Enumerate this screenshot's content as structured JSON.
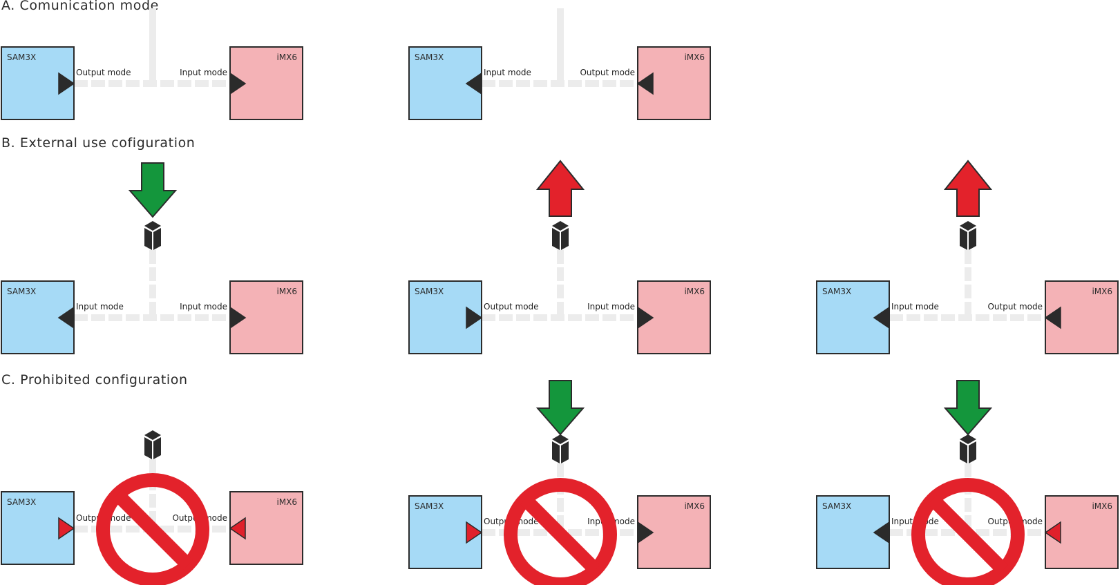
{
  "sections": {
    "a": {
      "title": "A. Comunication mode"
    },
    "b": {
      "title": "B. External use cofiguration"
    },
    "c": {
      "title": "C. Prohibited configuration"
    }
  },
  "colors": {
    "sam_fill": "#a6daf6",
    "imx_fill": "#f4b2b6",
    "box_stroke": "#2b2b2b",
    "pin_normal": "#2b2b2b",
    "pin_conflict": "#e0202b",
    "bus_line": "#ececec",
    "arrow_in": "#14963c",
    "arrow_out": "#e3222b",
    "prohibited": "#e3222b",
    "connector": "#2b2b2b"
  },
  "icons": [
    "connector-icon",
    "arrow-down-icon",
    "arrow-up-icon",
    "prohibited-icon",
    "pin-triangle-icon"
  ],
  "panels": [
    {
      "id": "a1",
      "sam_label": "SAM3X",
      "imx_label": "iMX6",
      "sam_mode": "Output mode",
      "imx_mode": "Input mode",
      "sam_pin": "out",
      "imx_pin": "in",
      "external": "none",
      "prohibited": false,
      "conflict": false
    },
    {
      "id": "a2",
      "sam_label": "SAM3X",
      "imx_label": "iMX6",
      "sam_mode": "Input mode",
      "imx_mode": "Output mode",
      "sam_pin": "in",
      "imx_pin": "out",
      "external": "none",
      "prohibited": false,
      "conflict": false
    },
    {
      "id": "b1",
      "sam_label": "SAM3X",
      "imx_label": "iMX6",
      "sam_mode": "Input mode",
      "imx_mode": "Input mode",
      "sam_pin": "in",
      "imx_pin": "in",
      "external": "input",
      "prohibited": false,
      "conflict": false
    },
    {
      "id": "b2",
      "sam_label": "SAM3X",
      "imx_label": "iMX6",
      "sam_mode": "Output mode",
      "imx_mode": "Input mode",
      "sam_pin": "out",
      "imx_pin": "in",
      "external": "output",
      "prohibited": false,
      "conflict": false
    },
    {
      "id": "b3",
      "sam_label": "SAM3X",
      "imx_label": "iMX6",
      "sam_mode": "Input mode",
      "imx_mode": "Output mode",
      "sam_pin": "in",
      "imx_pin": "out",
      "external": "output",
      "prohibited": false,
      "conflict": false
    },
    {
      "id": "c1",
      "sam_label": "SAM3X",
      "imx_label": "iMX6",
      "sam_mode": "Output mode",
      "imx_mode": "Output mode",
      "sam_pin": "out",
      "imx_pin": "out",
      "external": "connector",
      "prohibited": true,
      "conflict": "both"
    },
    {
      "id": "c2",
      "sam_label": "SAM3X",
      "imx_label": "iMX6",
      "sam_mode": "Output mode",
      "imx_mode": "Input mode",
      "sam_pin": "out",
      "imx_pin": "in",
      "external": "input",
      "prohibited": true,
      "conflict": "sam"
    },
    {
      "id": "c3",
      "sam_label": "SAM3X",
      "imx_label": "iMX6",
      "sam_mode": "Input mode",
      "imx_mode": "Output mode",
      "sam_pin": "in",
      "imx_pin": "out",
      "external": "input",
      "prohibited": true,
      "conflict": "imx"
    }
  ]
}
